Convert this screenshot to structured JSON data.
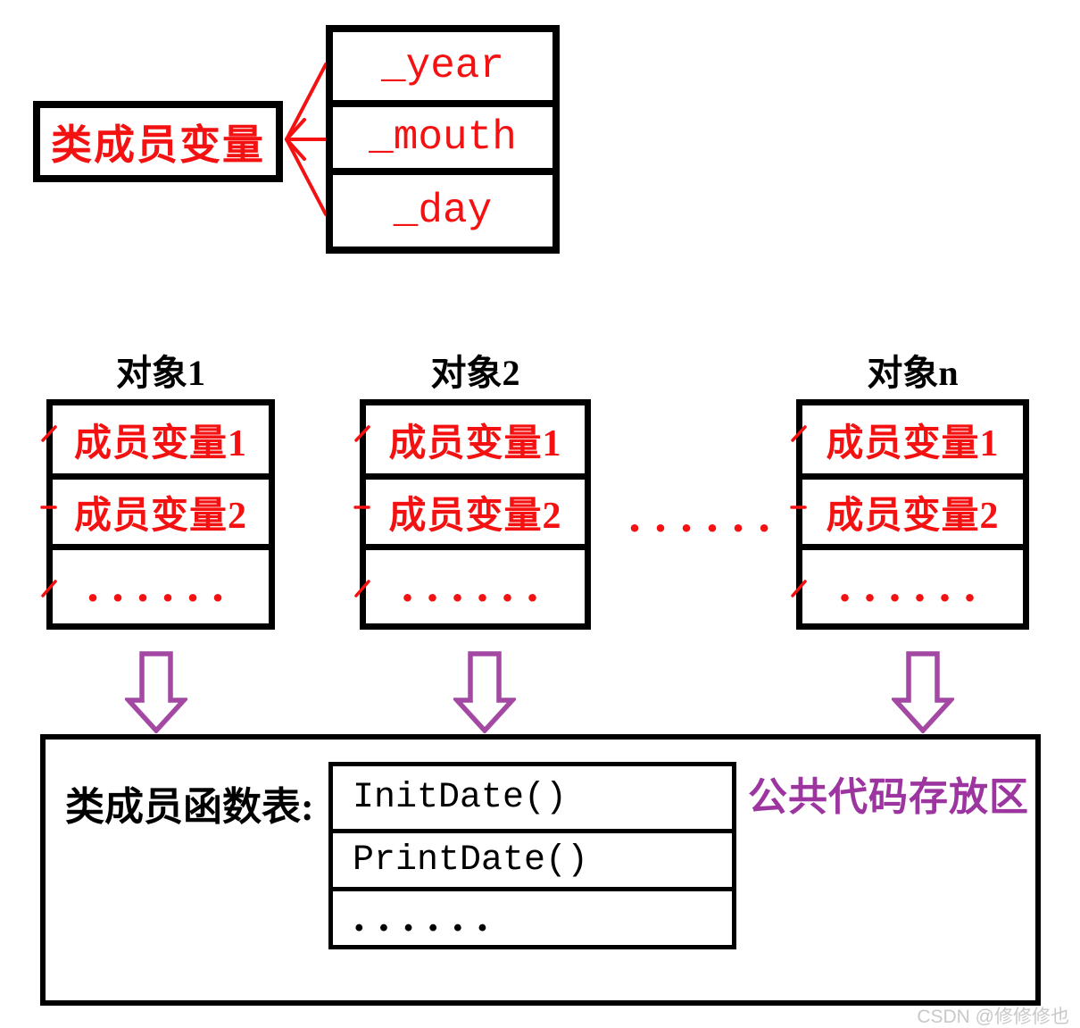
{
  "colors": {
    "red": "#f31111",
    "purple_arrow": "#a349a4",
    "purple_text": "#9c35a0",
    "black": "#000000",
    "watermark_gray": "#c8c8c8",
    "background": "#ffffff"
  },
  "class_members": {
    "label": "类成员变量",
    "fields": [
      "_year",
      "_mouth",
      "_day"
    ]
  },
  "objects": {
    "items": [
      {
        "title": "对象1",
        "rows": [
          "成员变量1",
          "成员变量2",
          "......"
        ]
      },
      {
        "title": "对象2",
        "rows": [
          "成员变量1",
          "成员变量2",
          "......"
        ]
      },
      {
        "title": "对象n",
        "rows": [
          "成员变量1",
          "成员变量2",
          "......"
        ]
      }
    ],
    "ellipsis_between": "......"
  },
  "function_area": {
    "label": "类成员函数表:",
    "functions": [
      "InitDate()",
      "PrintDate()",
      "......"
    ],
    "region_label": "公共代码存放区"
  },
  "watermark": "CSDN @修修修也"
}
